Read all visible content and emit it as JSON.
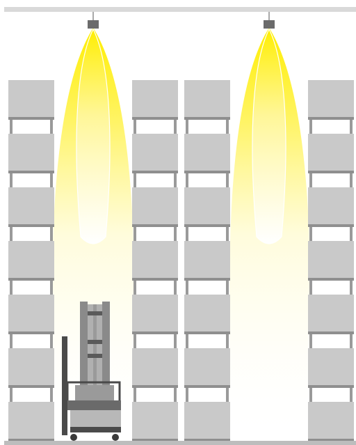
{
  "scene": {
    "description_type": "warehouse-aisle-lighting-illustration",
    "colors": {
      "background": "#ffffff",
      "ceiling": "#d9d9d9",
      "floor": "#bdbdbd",
      "rack_upright": "#9a9a9a",
      "box": "#c9c9c9",
      "beam": "#8f8f8f",
      "lamp": "#6b6b6b",
      "light_core": "#ffee00",
      "light_fade": "#ffffff",
      "forklift_dark": "#4a4a4a",
      "forklift_mid": "#7a7a7a",
      "forklift_light": "#a8a8a8"
    },
    "icons": [
      "high-bay-lamp-icon",
      "forklift-icon",
      "pallet-rack-icon"
    ],
    "rack_count": 4,
    "shelf_levels": 7,
    "lamp_count": 2
  }
}
